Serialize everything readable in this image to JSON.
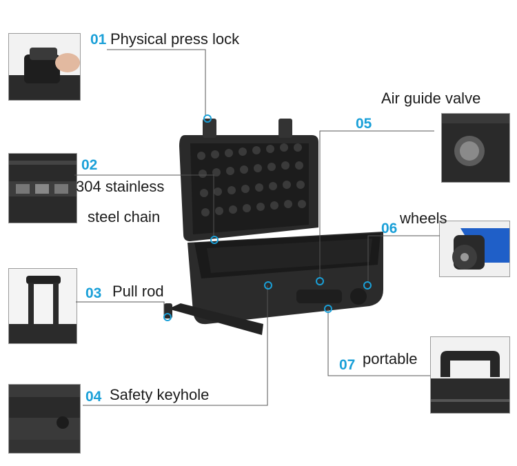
{
  "callouts": [
    {
      "num": "01",
      "label": "Physical press lock"
    },
    {
      "num": "02",
      "label_line1": "304 stainless",
      "label_line2": "steel chain"
    },
    {
      "num": "03",
      "label": "Pull rod"
    },
    {
      "num": "04",
      "label": "Safety keyhole"
    },
    {
      "num": "05",
      "label": "Air guide valve"
    },
    {
      "num": "06",
      "label": "wheels"
    },
    {
      "num": "07",
      "label": "portable"
    }
  ],
  "colors": {
    "number": "#1aa0d8",
    "marker": "#1aa0d8",
    "leader": "#555555",
    "case": "#2a2a2a"
  },
  "icons": [
    "press-lock-photo",
    "hinge-photo",
    "pull-rod-photo",
    "keyhole-photo",
    "valve-photo",
    "wheel-photo",
    "handle-photo"
  ]
}
